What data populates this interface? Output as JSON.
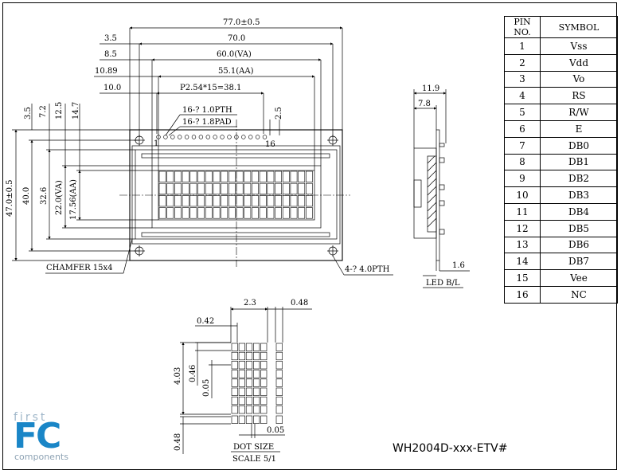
{
  "pin_table": {
    "header_pin": "PIN NO.",
    "header_symbol": "SYMBOL",
    "rows": [
      {
        "pin": "1",
        "symbol": "Vss"
      },
      {
        "pin": "2",
        "symbol": "Vdd"
      },
      {
        "pin": "3",
        "symbol": "Vo"
      },
      {
        "pin": "4",
        "symbol": "RS"
      },
      {
        "pin": "5",
        "symbol": "R/W"
      },
      {
        "pin": "6",
        "symbol": "E"
      },
      {
        "pin": "7",
        "symbol": "DB0"
      },
      {
        "pin": "8",
        "symbol": "DB1"
      },
      {
        "pin": "9",
        "symbol": "DB2"
      },
      {
        "pin": "10",
        "symbol": "DB3"
      },
      {
        "pin": "11",
        "symbol": "DB4"
      },
      {
        "pin": "12",
        "symbol": "DB5"
      },
      {
        "pin": "13",
        "symbol": "DB6"
      },
      {
        "pin": "14",
        "symbol": "DB7"
      },
      {
        "pin": "15",
        "symbol": "Vee"
      },
      {
        "pin": "16",
        "symbol": "NC"
      }
    ]
  },
  "front_view": {
    "dim_total_width": "77.0±0.5",
    "dim_pcb_hole_span": "70.0",
    "dim_va_width": "60.0(VA)",
    "dim_aa_width": "55.1(AA)",
    "dim_pin_pitch": "P2.54*15=38.1",
    "off_3_5": "3.5",
    "off_8_5": "8.5",
    "off_10_89": "10.89",
    "off_10_0": "10.0",
    "pin_hole_note": "16-? 1.0PTH",
    "pin_pad_note": "16-? 1.8PAD",
    "pin_first": "1",
    "pin_last": "16",
    "dim_2_5": "2.5",
    "vdim_3_5": "3.5",
    "vdim_7_2": "7.2",
    "vdim_12_5": "12.5",
    "vdim_14_7": "14.7",
    "dim_total_height": "47.0±0.5",
    "dim_height_40": "40.0",
    "dim_height_32_6": "32.6",
    "dim_va_height": "22.0(VA)",
    "dim_aa_height": "17.56(AA)",
    "chamfer_note": "CHAMFER 15x4",
    "mount_hole_note": "4-? 4.0PTH"
  },
  "side_view": {
    "dim_11_9": "11.9",
    "dim_7_8": "7.8",
    "dim_1_6": "1.6",
    "backlight_label": "LED B/L"
  },
  "dot_detail": {
    "dim_2_3": "2.3",
    "dim_0_48_top": "0.48",
    "dim_0_42": "0.42",
    "dim_4_03": "4.03",
    "dim_0_46": "0.46",
    "dim_0_05_v": "0.05",
    "dim_0_48_side": "0.48",
    "dim_0_05_h": "0.05",
    "caption_1": "DOT SIZE",
    "caption_2": "SCALE 5/1"
  },
  "logo": {
    "line1": "first",
    "line2": "FC",
    "line3": "components"
  },
  "model_number": "WH2004D-xxx-ETV#",
  "colors": {
    "logo_blue": "#1a86c7",
    "logo_grey": "#8ea3b4",
    "line": "#000000"
  }
}
